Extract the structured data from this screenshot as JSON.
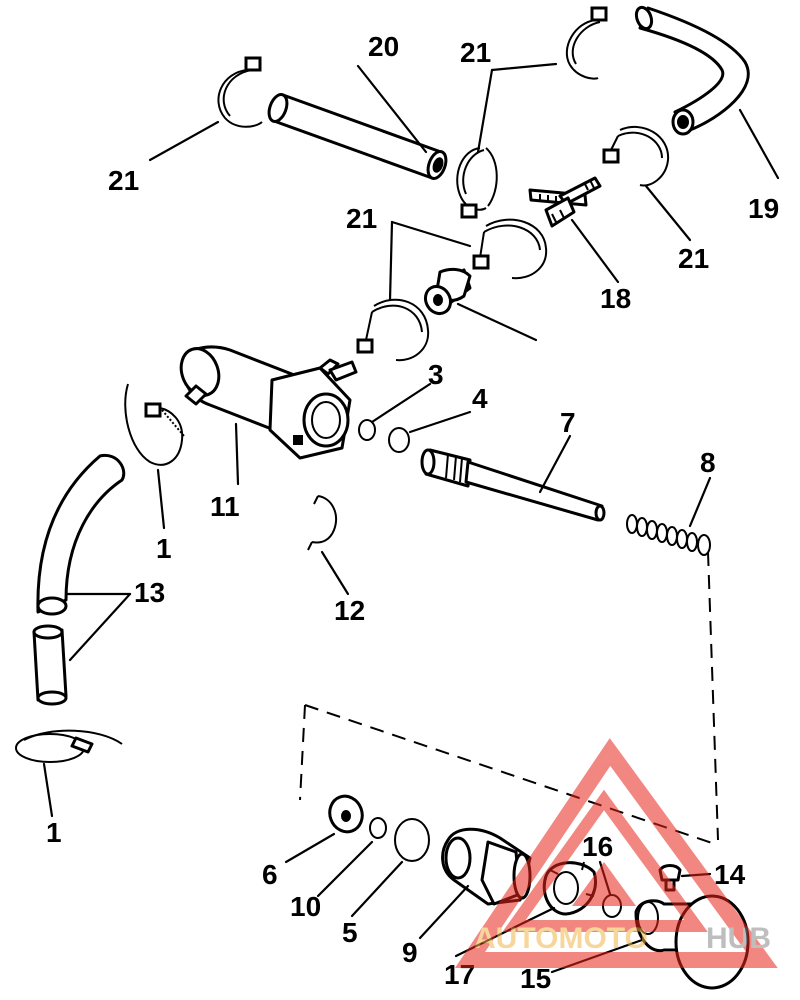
{
  "callouts": {
    "c1a": "1",
    "c1b": "1",
    "c3": "3",
    "c4": "4",
    "c5": "5",
    "c6": "6",
    "c7": "7",
    "c8": "8",
    "c9": "9",
    "c10": "10",
    "c11": "11",
    "c12": "12",
    "c13": "13",
    "c14": "14",
    "c15": "15",
    "c16": "16",
    "c17": "17",
    "c18": "18",
    "c19": "19",
    "c20": "20",
    "c21a": "21",
    "c21b": "21",
    "c21c": "21",
    "c21d": "21"
  },
  "watermark": {
    "part1": "AUTOMOTO",
    "part2": "HUB",
    "colors": {
      "primary": "#e8261c",
      "accent": "#f0b64a",
      "gray": "#8a8a8a"
    }
  }
}
